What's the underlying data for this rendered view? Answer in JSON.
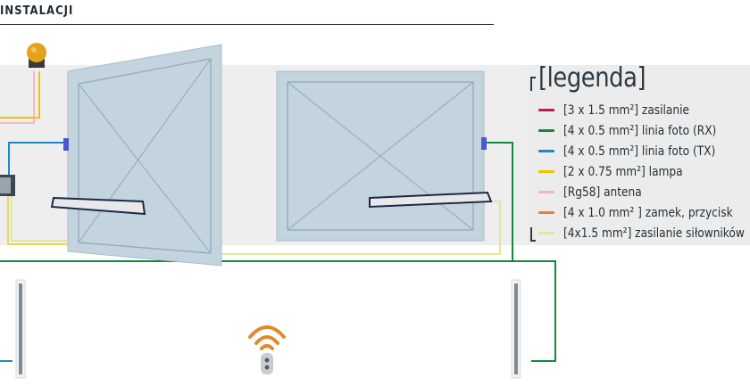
{
  "header": {
    "title": "INSTALACJI"
  },
  "legend": {
    "title": "[legenda]",
    "items": [
      {
        "label": "[3 x 1.5 mm²] zasilanie",
        "color": "#c2185b"
      },
      {
        "label": "[4 x 0.5 mm²] linia foto (RX)",
        "color": "#0f8a3c"
      },
      {
        "label": "[4 x 0.5 mm²] linia foto (TX)",
        "color": "#1f87c8"
      },
      {
        "label": "[2 x 0.75 mm²] lampa",
        "color": "#f2c200"
      },
      {
        "label": "[Rg58] antena",
        "color": "#f4b7c1"
      },
      {
        "label": "[4 x 1.0 mm² ] zamek, przycisk",
        "color": "#e8803a"
      },
      {
        "label": "[4x1.5 mm²] zasilanie siłowników",
        "color": "#dfe79a"
      }
    ]
  },
  "colors": {
    "gate_fill": "#c4d4df",
    "gate_frame": "#98adbe",
    "lamp": "#e3a21a",
    "remote_wave": "#e08a2c"
  },
  "icons": [
    "warning-lamp-icon",
    "remote-control-icon",
    "photocell-icon"
  ]
}
